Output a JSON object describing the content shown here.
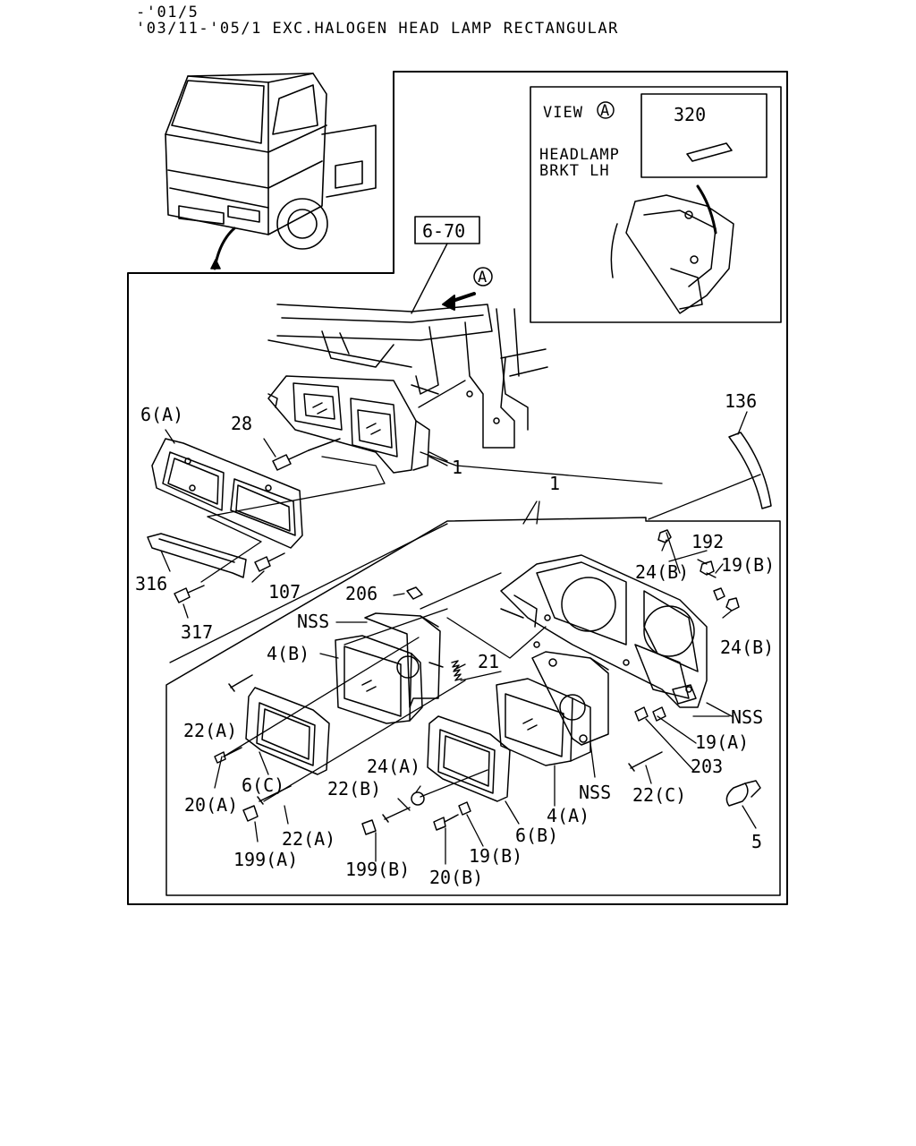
{
  "header": {
    "line1": "-'01/5",
    "line2": "'03/11-'05/1 EXC.HALOGEN HEAD LAMP RECTANGULAR"
  },
  "inset": {
    "view_label": "VIEW",
    "view_ref": "A",
    "part_320": "320",
    "bracket_line1": "HEADLAMP",
    "bracket_line2": "BRKT LH"
  },
  "reference": {
    "box_label": "6-70",
    "arrow_ref": "A"
  },
  "parts": {
    "p136": "136",
    "p6a": "6(A)",
    "p28": "28",
    "p1_upper": "1",
    "p1_lower": "1",
    "p316": "316",
    "p107": "107",
    "p317": "317",
    "p192": "192",
    "p24b_1": "24(B)",
    "p19b_1": "19(B)",
    "p24b_2": "24(B)",
    "p206": "206",
    "nss_1": "NSS",
    "p4b": "4(B)",
    "p21": "21",
    "p22a_1": "22(A)",
    "nss_2": "NSS",
    "p19a": "19(A)",
    "p203": "203",
    "p20a": "20(A)",
    "p6c": "6(C)",
    "p24a": "24(A)",
    "p22b": "22(B)",
    "nss_3": "NSS",
    "p22c": "22(C)",
    "p22a_2": "22(A)",
    "p4a": "4(A)",
    "p6b": "6(B)",
    "p199a": "199(A)",
    "p199b": "199(B)",
    "p19b_2": "19(B)",
    "p20b": "20(B)",
    "p5": "5"
  }
}
